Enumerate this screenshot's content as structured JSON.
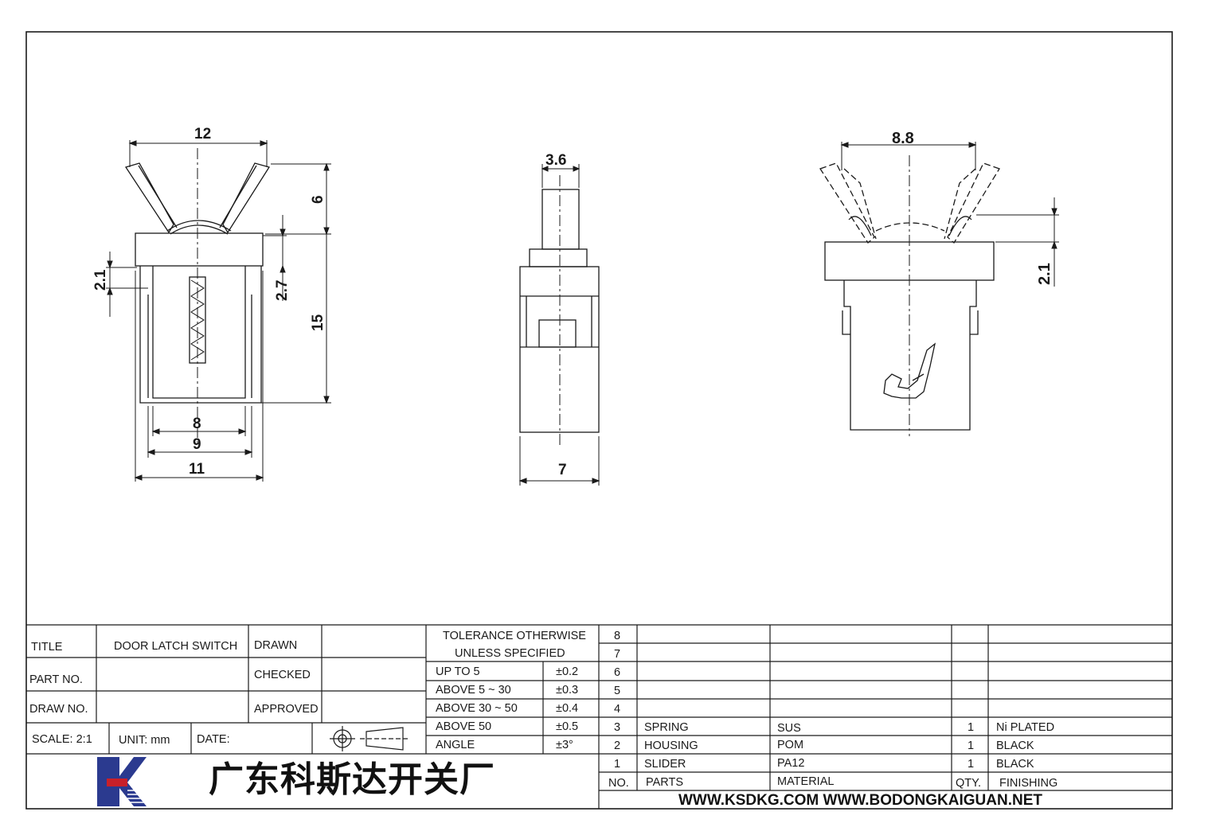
{
  "drawing": {
    "front_view": {
      "dim_top_width": "12",
      "dim_upper_height": "6",
      "dim_body_height": "15",
      "dim_left_step": "2.1",
      "dim_inner_step": "2.7",
      "dim_inner_width": "8",
      "dim_mid_width": "9",
      "dim_base_width": "11"
    },
    "side_view": {
      "dim_top_width": "3.6",
      "dim_base_width": "7"
    },
    "right_view": {
      "dim_top_width": "8.8",
      "dim_step": "2.1"
    }
  },
  "title_block": {
    "title_label": "TITLE",
    "title_value": "DOOR LATCH SWITCH",
    "part_no_label": "PART NO.",
    "draw_no_label": "DRAW NO.",
    "drawn_label": "DRAWN",
    "checked_label": "CHECKED",
    "approved_label": "APPROVED",
    "scale": "SCALE: 2:1",
    "unit": "UNIT: mm",
    "date": "DATE:",
    "company": "广东科斯达开关厂"
  },
  "tolerance": {
    "header_line1": "TOLERANCE OTHERWISE",
    "header_line2": "UNLESS SPECIFIED",
    "rows": [
      {
        "range": "UP TO 5",
        "value": "±0.2"
      },
      {
        "range": "ABOVE 5 ~ 30",
        "value": "±0.3"
      },
      {
        "range": "ABOVE 30 ~ 50",
        "value": "±0.4"
      },
      {
        "range": "ABOVE 50",
        "value": "±0.5"
      },
      {
        "range": "ANGLE",
        "value": "±3°"
      }
    ]
  },
  "bom": {
    "rows": [
      {
        "no": "8",
        "part": "",
        "material": "",
        "qty": "",
        "finishing": ""
      },
      {
        "no": "7",
        "part": "",
        "material": "",
        "qty": "",
        "finishing": ""
      },
      {
        "no": "6",
        "part": "",
        "material": "",
        "qty": "",
        "finishing": ""
      },
      {
        "no": "5",
        "part": "",
        "material": "",
        "qty": "",
        "finishing": ""
      },
      {
        "no": "4",
        "part": "",
        "material": "",
        "qty": "",
        "finishing": ""
      },
      {
        "no": "3",
        "part": "SPRING",
        "material": "SUS",
        "qty": "1",
        "finishing": "Ni PLATED"
      },
      {
        "no": "2",
        "part": "HOUSING",
        "material": "POM",
        "qty": "1",
        "finishing": "BLACK"
      },
      {
        "no": "1",
        "part": "SLIDER",
        "material": "PA12",
        "qty": "1",
        "finishing": "BLACK"
      }
    ],
    "header": {
      "no": "NO.",
      "part": "PARTS",
      "material": "MATERIAL",
      "qty": "QTY.",
      "finishing": "FINISHING"
    },
    "websites": "WWW.KSDKG.COM   WWW.BODONGKAIGUAN.NET"
  },
  "colors": {
    "line": "#1a1a1a",
    "logo_blue": "#2b3a8f",
    "logo_red": "#c8202a"
  }
}
